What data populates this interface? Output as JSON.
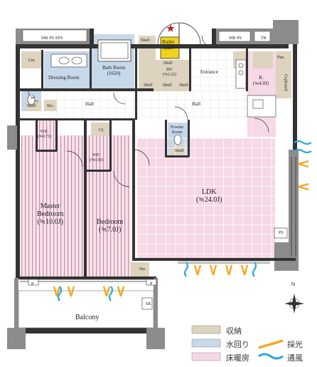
{
  "colors": {
    "wall": "#8c8c8c",
    "storage": "#ddd3be",
    "water": "#c7d8ea",
    "floor_heating": "#f6d8e6",
    "stripe": "#c98aa2",
    "light_arrow": "#f5a623",
    "wind_arrow": "#29a8e0",
    "compass_star": "#b5242d",
    "butler": "#f2d21a"
  },
  "rooms": {
    "butler_space": "Butler\nSpace",
    "bath_room": "Bath Room\n(1620)",
    "dressing_room": "Dressing Room",
    "ldk": "LDK\n(≒24.0J)",
    "kitchen": "K\n(≒4.0J)",
    "master_bedroom": "Master\nBedroom\n(≒10.0J)",
    "bedroom": "Bedroom\n(≒7.0J)",
    "wic": "WIC\n(≒0.7J)",
    "wic2": "WIC\n(≒0.9J)",
    "sic": "SIC\n(≒2.2J)",
    "powder_room": "Powder\nRoom",
    "entrance": "Entrance",
    "hall_left": "Hall",
    "hall_right": "Hall",
    "balcony": "Balcony"
  },
  "small_labels": {
    "mb_ps_eps": "MB·PS·EPS",
    "mb_ps": "MB·PS",
    "tr": "TR",
    "lin": "Lin.",
    "shelf": "Shelf",
    "sto": "Sto.",
    "w": "W",
    "cl": "CL",
    "pan": "Pan.",
    "cupboard": "Cupboard",
    "ps": "PS",
    "p": "P",
    "sk": "SK"
  },
  "legend": {
    "storage": "収納",
    "water": "水回り",
    "floor_heating": "床暖房",
    "light": "採光",
    "wind": "通風"
  },
  "compass": {
    "north": "N"
  }
}
